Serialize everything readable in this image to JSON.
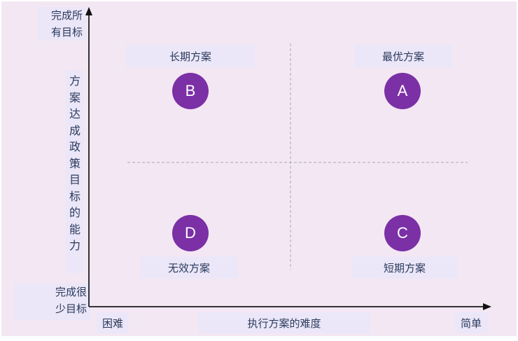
{
  "y_axis": {
    "top_label": [
      "完成所",
      "有目标"
    ],
    "bottom_label": [
      "完成很",
      "少目标"
    ],
    "title": "方案达成政策目标的能力"
  },
  "x_axis": {
    "left_label": "困难",
    "right_label": "简单",
    "title": "执行方案的难度"
  },
  "quadrants": [
    {
      "letter": "B",
      "label": "长期方案"
    },
    {
      "letter": "A",
      "label": "最优方案"
    },
    {
      "letter": "D",
      "label": "无效方案"
    },
    {
      "letter": "C",
      "label": "短期方案"
    }
  ],
  "colors": {
    "circle": "#7b30a6",
    "background": "#f3e7f3",
    "label_box": "#ebe7f8"
  }
}
